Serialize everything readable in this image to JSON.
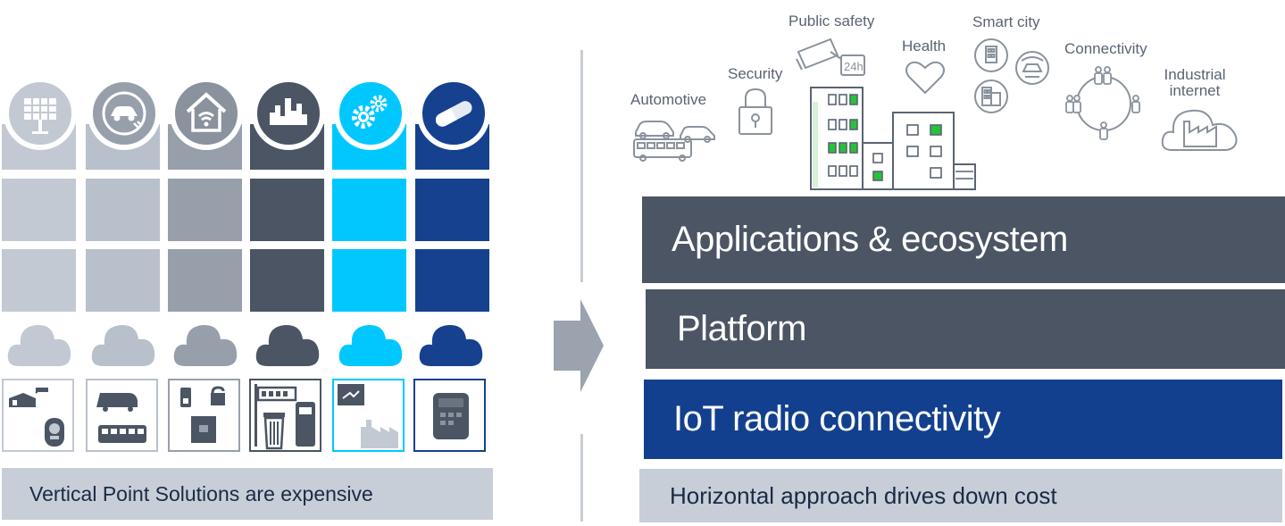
{
  "left_panel": {
    "caption": "Vertical Point Solutions are expensive",
    "columns": [
      {
        "name": "energy",
        "color": "#c2c9d3",
        "icon": "solar-panel-icon"
      },
      {
        "name": "transport",
        "color": "#b8c0cb",
        "icon": "electric-car-icon"
      },
      {
        "name": "home",
        "color": "#979fab",
        "icon": "smart-home-icon"
      },
      {
        "name": "city",
        "color": "#4b5563",
        "icon": "city-skyline-icon"
      },
      {
        "name": "industry",
        "color": "#00c8ff",
        "icon": "gears-icon"
      },
      {
        "name": "health",
        "color": "#15418f",
        "icon": "pill-icon"
      }
    ]
  },
  "right_panel": {
    "caption": "Horizontal approach drives down cost",
    "layers": [
      {
        "label": "Applications & ecosystem",
        "color": "#4b5563"
      },
      {
        "label": "Platform",
        "color": "#4b5563"
      },
      {
        "label": "IoT radio connectivity",
        "color": "#12408f"
      }
    ],
    "use_cases": {
      "automotive": "Automotive",
      "security": "Security",
      "public_safety": "Public safety",
      "health": "Health",
      "smart_city": "Smart city",
      "connectivity": "Connectivity",
      "industrial_internet": "Industrial internet"
    },
    "camera_badge": "24h"
  },
  "colors": {
    "divider": "#c7ced8",
    "arrow": "#9aa3ae",
    "icon_line": "#8a929d",
    "green_window": "#27c23a"
  }
}
